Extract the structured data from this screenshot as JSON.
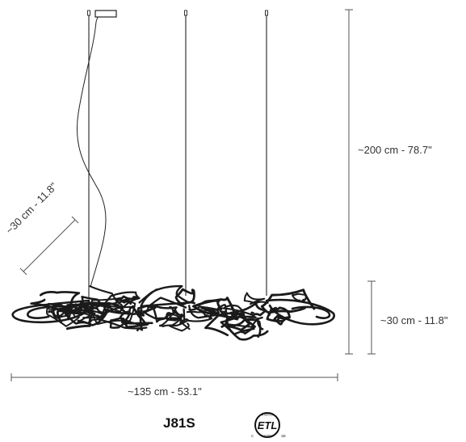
{
  "dimensions": {
    "total_height": "~200 cm - 78.7\"",
    "body_height": "~30 cm - 11.8\"",
    "width": "~135 cm - 53.1\"",
    "depth": "~30 cm - 11.8\""
  },
  "model": "J81S",
  "certification": {
    "top_text": "INTERTEK",
    "mark": "ETL",
    "left": "c",
    "right": "us",
    "bottom_text": "LISTED"
  },
  "colors": {
    "line": "#222222",
    "dim_line": "#555555",
    "background": "#ffffff"
  },
  "icons": {
    "certification": "etl-listed-icon"
  }
}
